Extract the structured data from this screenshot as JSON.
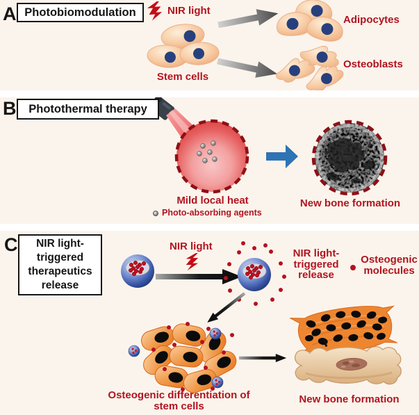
{
  "figure": {
    "panel_a": {
      "letter": "A",
      "title": "Photobiomodulation",
      "nir_light": "NIR light",
      "stem_cells": "Stem cells",
      "adipocytes": "Adipocytes",
      "osteoblasts": "Osteoblasts"
    },
    "panel_b": {
      "letter": "B",
      "title": "Photothermal therapy",
      "mild_local_heat": "Mild local heat",
      "photo_absorbing_agents": "Photo-absorbing agents",
      "new_bone_formation": "New bone formation"
    },
    "panel_c": {
      "letter": "C",
      "title_lines": [
        "NIR light-",
        "triggered",
        "therapeutics",
        "release"
      ],
      "nir_light": "NIR light",
      "release_lines": [
        "NIR light-",
        "triggered",
        "release"
      ],
      "osteogenic_molecules_lines": [
        "Osteogenic",
        "molecules"
      ],
      "differentiation_lines": [
        "Osteogenic differentiation of",
        "stem cells"
      ],
      "new_bone_formation": "New bone formation"
    },
    "colors": {
      "background": "#fbf4ec",
      "divider_white": "#ffffff",
      "accent_red_text": "#b11420",
      "label_black": "#161616",
      "lightning_red": "#c40d17",
      "heat_circle_red": "#e05252",
      "dashed_border_red": "#8e1016",
      "arrow_blue": "#2e73b4",
      "cell_peach": "#f3b98b",
      "nucleus_blue": "#27407d",
      "nanoparticle_blue": "#3b56a8",
      "osteo_cell_orange": "#ee8630",
      "bone_beige": "#e9cda7",
      "molecule_red": "#b5121f"
    }
  }
}
